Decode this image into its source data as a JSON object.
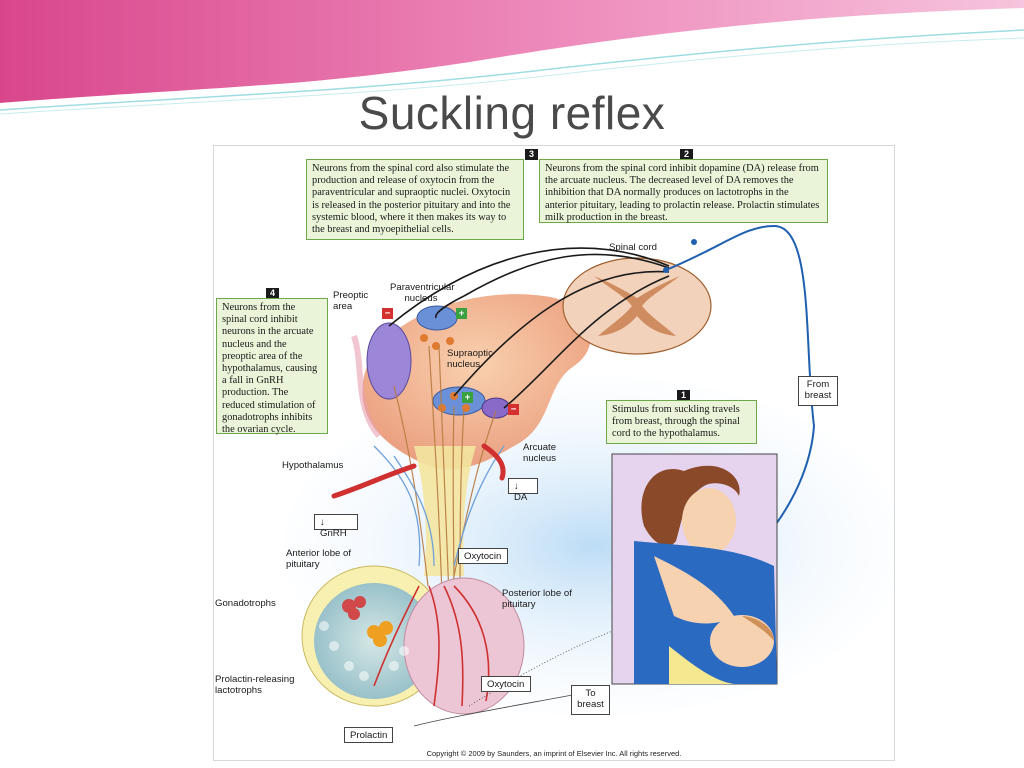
{
  "slide": {
    "title": "Suckling reflex"
  },
  "callouts": [
    {
      "number": "3",
      "text": "Neurons from the spinal cord also stimulate the production and release of oxytocin from the paraventricular and supraoptic nuclei. Oxytocin is released in the posterior pituitary and into the systemic blood, where it then makes its way to the breast and myoepithelial cells."
    },
    {
      "number": "2",
      "text": "Neurons from the spinal cord inhibit dopamine (DA) release from the arcuate nucleus. The decreased level of DA removes the inhibition that DA normally produces on lactotrophs in the anterior pituitary, leading to prolactin release. Prolactin stimulates milk production in the breast."
    },
    {
      "number": "4",
      "text": "Neurons from the spinal cord inhibit neurons in the arcuate nucleus and the preoptic area of the hypothalamus, causing a fall in GnRH production. The reduced stimulation of gonadotrophs inhibits the ovarian cycle."
    },
    {
      "number": "1",
      "text": "Stimulus from suckling travels from breast, through the spinal cord to the hypothalamus."
    }
  ],
  "labels": {
    "spinal_cord": "Spinal cord",
    "paraventricular": "Paraventricular nucleus",
    "preoptic": "Preoptic area",
    "supraoptic": "Supraoptic nucleus",
    "arcuate": "Arcuate nucleus",
    "hypothalamus": "Hypothalamus",
    "anterior_lobe": "Anterior lobe of pituitary",
    "posterior_lobe": "Posterior lobe of pituitary",
    "gonadotrophs": "Gonadotrophs",
    "lactotrophs": "Prolactin-releasing lactotrophs",
    "from_breast": "From breast",
    "to_breast": "To breast"
  },
  "boxes": {
    "da": "↓ DA",
    "gnrh": "↓ GnRH",
    "oxytocin_top": "Oxytocin",
    "oxytocin_bottom": "Oxytocin",
    "prolactin": "Prolactin"
  },
  "signs": {
    "minus": "−",
    "plus": "+"
  },
  "copyright": "Copyright © 2009 by Saunders, an imprint of Elsevier Inc. All rights reserved.",
  "colors": {
    "banner_pink": "#e05a9a",
    "banner_teal": "#8fd3d8",
    "callout_fill": "#eaf4d8",
    "callout_border": "#6ea64a",
    "nerve_blue": "#2060b0",
    "vessel_red": "#d03030",
    "brain_orange": "#f0a070",
    "neuron_purple": "#8a6ac8"
  }
}
